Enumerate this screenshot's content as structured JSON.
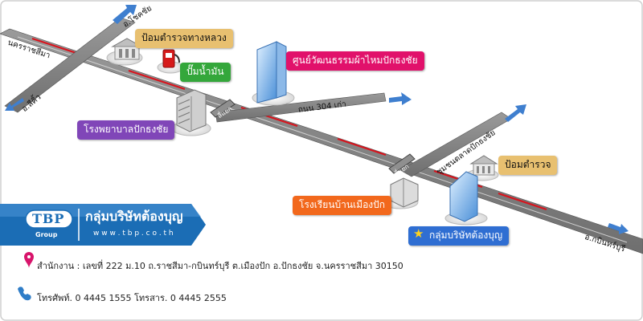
{
  "colors": {
    "road": "#7b7b7b",
    "road_light": "#a3a3a3",
    "red_line": "#d8141d",
    "arrow": "#3f7fcf",
    "police_brown": "#8c5a2a",
    "orange_bg": "#f09313",
    "green_bg": "#34a73b",
    "magenta_bg": "#e1116b",
    "purple_bg": "#8046b8",
    "school_orange": "#f2681c",
    "company_blue": "#2f6ed2",
    "logo_blue": "#1b6db5"
  },
  "icons": [
    "police-building-icon",
    "gas-pump-icon",
    "tower-building-icon",
    "hospital-building-icon",
    "school-building-icon",
    "company-building-icon",
    "star-icon",
    "map-pin-icon",
    "phone-icon"
  ],
  "roads": {
    "nakhon_top": "นครราชสีมา",
    "amphoe_chokchai": "อ.โชคชัย",
    "amphoe_sikhio": "อ.สีคิ้ว",
    "road_304": "ถนน 304 เก่า",
    "junction_1": "สี่แยก",
    "junction_2": "สี่แยก",
    "chumchon_road": "ชุมชนตลาดปักธงชัย",
    "amphoe_kabin": "อ.กบินทร์บุรี"
  },
  "labels": {
    "police_box_1": "ป้อมตำรวจทางหลวง",
    "gas_station": "ปั๊มน้ำมัน",
    "silk_center": "ศูนย์วัฒนธรรมผ้าไหมปักธงชัย",
    "hospital": "โรงพยาบาลปักธงชัย",
    "police_box_2": "ป้อมตำรวจ",
    "school": "โรงเรียนบ้านเมืองปัก",
    "company": "กลุ่มบริษัทต้องบุญ"
  },
  "logo": {
    "mark": "TBP",
    "sub": "Group",
    "name": "กลุ่มบริษัทต้องบุญ",
    "url": "w w w . t b p . c o . t h"
  },
  "contact": {
    "address": "สำนักงาน : เลขที่ 222 ม.10 ถ.ราชสีมา-กบินทร์บุรี ต.เมืองปัก อ.ปักธงชัย จ.นครราชสีมา 30150",
    "phone": "โทรศัพท์. 0 4445 1555 โทรสาร. 0 4445 2555"
  }
}
